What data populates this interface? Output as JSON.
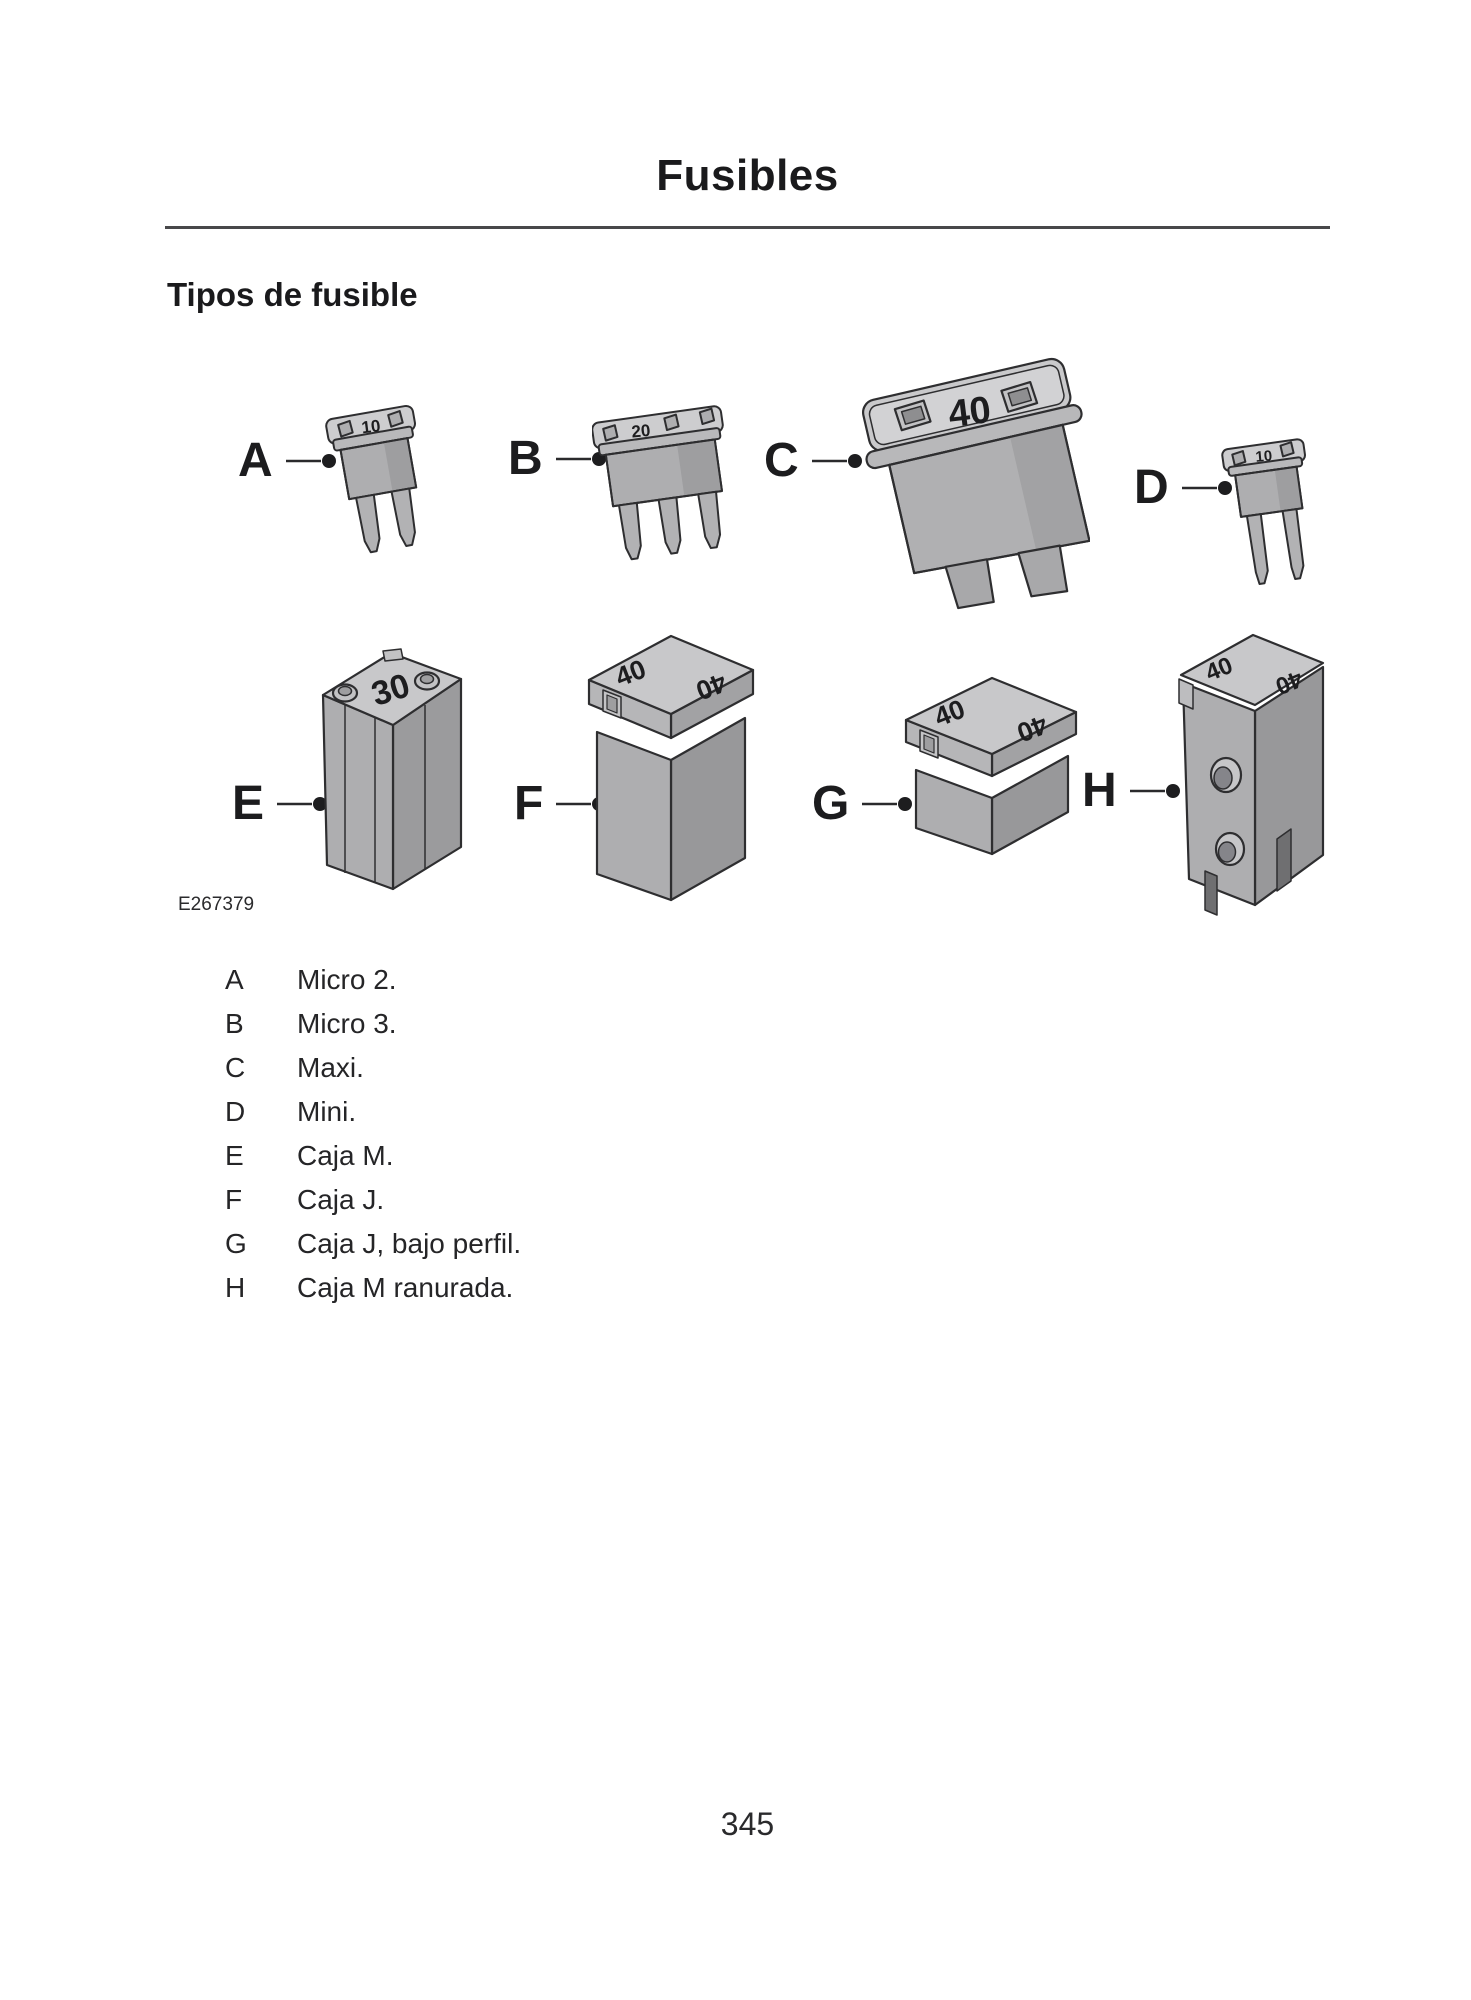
{
  "page": {
    "title": "Fusibles",
    "section_heading": "Tipos de fusible",
    "figure_id": "E267379",
    "page_number": "345"
  },
  "figure": {
    "fuses": [
      {
        "key": "A",
        "marking": "10"
      },
      {
        "key": "B",
        "marking": "20"
      },
      {
        "key": "C",
        "marking": "40"
      },
      {
        "key": "D",
        "marking": "10"
      },
      {
        "key": "E",
        "marking": "30"
      },
      {
        "key": "F",
        "marking": "40"
      },
      {
        "key": "G",
        "marking": "40"
      },
      {
        "key": "H",
        "marking": "40"
      }
    ]
  },
  "legend": {
    "items": [
      {
        "key": "A",
        "label": "Micro 2."
      },
      {
        "key": "B",
        "label": "Micro 3."
      },
      {
        "key": "C",
        "label": "Maxi."
      },
      {
        "key": "D",
        "label": "Mini."
      },
      {
        "key": "E",
        "label": "Caja M."
      },
      {
        "key": "F",
        "label": "Caja J."
      },
      {
        "key": "G",
        "label": "Caja J, bajo perfil."
      },
      {
        "key": "H",
        "label": "Caja M ranurada."
      }
    ]
  },
  "colors": {
    "page_background": "#ffffff",
    "text": "#1a1a1c",
    "rule": "#48484a",
    "fuse_outline": "#2e2e30",
    "fuse_top_face": "#c8c8ca",
    "fuse_front_face": "#aeaeb0",
    "fuse_side_face": "#98989a",
    "fuse_marking": "#1d1d1f"
  }
}
